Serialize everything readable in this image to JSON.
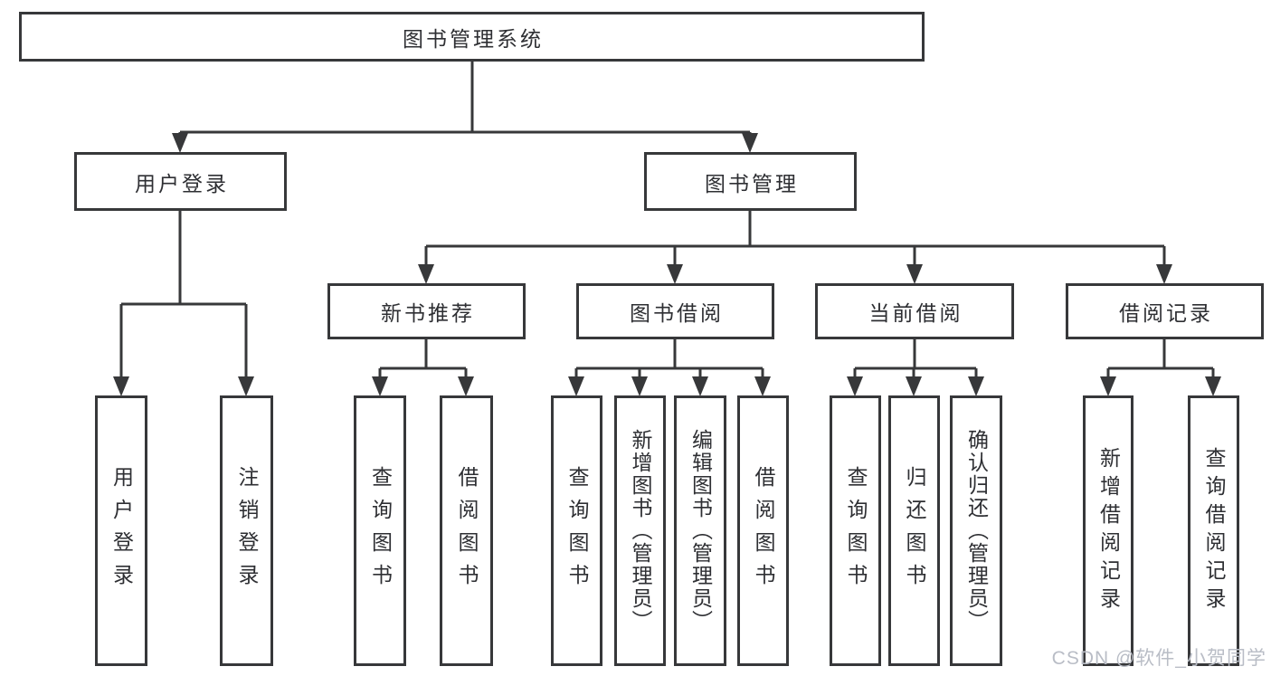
{
  "system": {
    "label": "图书管理系统"
  },
  "user_login": {
    "label": "用户登录",
    "children": {
      "login": "用户登录",
      "logout": "注销登录"
    }
  },
  "book_management": {
    "label": "图书管理",
    "new_book_recommendation": {
      "label": "新书推荐",
      "children": {
        "query_books": "查询图书",
        "borrow_books": "借阅图书"
      }
    },
    "book_borrowing": {
      "label": "图书借阅",
      "children": {
        "query_books": "查询图书",
        "add_books_admin": "新增图书（管理员）",
        "edit_books_admin": "编辑图书（管理员）",
        "borrow_books": "借阅图书"
      }
    },
    "current_borrowing": {
      "label": "当前借阅",
      "children": {
        "query_books": "查询图书",
        "return_books": "归还图书",
        "confirm_return_admin": "确认归还（管理员）"
      }
    },
    "borrowing_records": {
      "label": "借阅记录",
      "children": {
        "add_record": "新增借阅记录",
        "query_record": "查询借阅记录"
      }
    }
  },
  "watermark": {
    "text": "CSDN @软件_小贺同学",
    "color": "#b9bdc6"
  },
  "colors": {
    "line": "#37383a",
    "text": "#2e2f33",
    "box_background": "#ffffff",
    "page_background": "#ffffff"
  }
}
